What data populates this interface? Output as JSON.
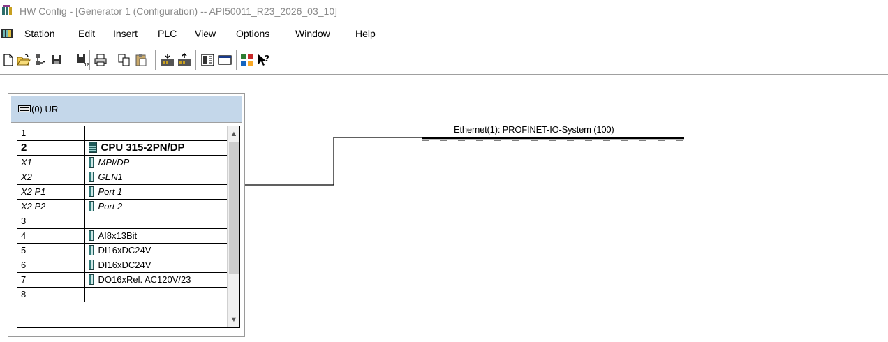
{
  "window": {
    "title": "HW Config - [Generator 1 (Configuration) -- API50011_R23_2026_03_10]",
    "app_icon": "hw-config-icon"
  },
  "menu": {
    "doc_icon": "hw-config-document-icon",
    "items": [
      "Station",
      "Edit",
      "Insert",
      "PLC",
      "View",
      "Options",
      "Window",
      "Help"
    ]
  },
  "toolbar": {
    "buttons": [
      {
        "name": "new-icon"
      },
      {
        "name": "open-icon"
      },
      {
        "name": "network-icon"
      },
      {
        "name": "save-icon"
      },
      {
        "name": "save-compile-icon"
      },
      {
        "name": "print-icon"
      },
      {
        "name": "copy-icon"
      },
      {
        "name": "paste-icon"
      },
      {
        "name": "download-icon"
      },
      {
        "name": "upload-icon"
      },
      {
        "name": "catalog-icon"
      },
      {
        "name": "window-icon"
      },
      {
        "name": "network-view-icon"
      },
      {
        "name": "help-pointer-icon"
      }
    ]
  },
  "rack": {
    "title": "(0) UR",
    "icon": "rack-icon",
    "rows": [
      {
        "slot": "1",
        "module": "",
        "style": "normal",
        "icon": false
      },
      {
        "slot": "2",
        "module": "CPU 315-2PN/DP",
        "style": "bold",
        "icon": "cpu"
      },
      {
        "slot": "X1",
        "module": "MPI/DP",
        "style": "italic",
        "icon": "module"
      },
      {
        "slot": "X2",
        "module": "GEN1",
        "style": "italic",
        "icon": "module"
      },
      {
        "slot": "X2 P1",
        "module": "Port 1",
        "style": "italic",
        "icon": "module"
      },
      {
        "slot": "X2 P2",
        "module": "Port 2",
        "style": "italic",
        "icon": "module"
      },
      {
        "slot": "3",
        "module": "",
        "style": "normal",
        "icon": false
      },
      {
        "slot": "4",
        "module": "AI8x13Bit",
        "style": "normal",
        "icon": "module"
      },
      {
        "slot": "5",
        "module": "DI16xDC24V",
        "style": "normal",
        "icon": "module"
      },
      {
        "slot": "6",
        "module": "DI16xDC24V",
        "style": "normal",
        "icon": "module"
      },
      {
        "slot": "7",
        "module": "DO16xRel. AC120V/23",
        "style": "normal",
        "icon": "module"
      },
      {
        "slot": "8",
        "module": "",
        "style": "normal",
        "icon": false
      }
    ]
  },
  "network": {
    "label": "Ethernet(1): PROFINET-IO-System (100)"
  },
  "colors": {
    "rack_header": "#c4d7ea",
    "module_icon": "#2f7a79"
  }
}
